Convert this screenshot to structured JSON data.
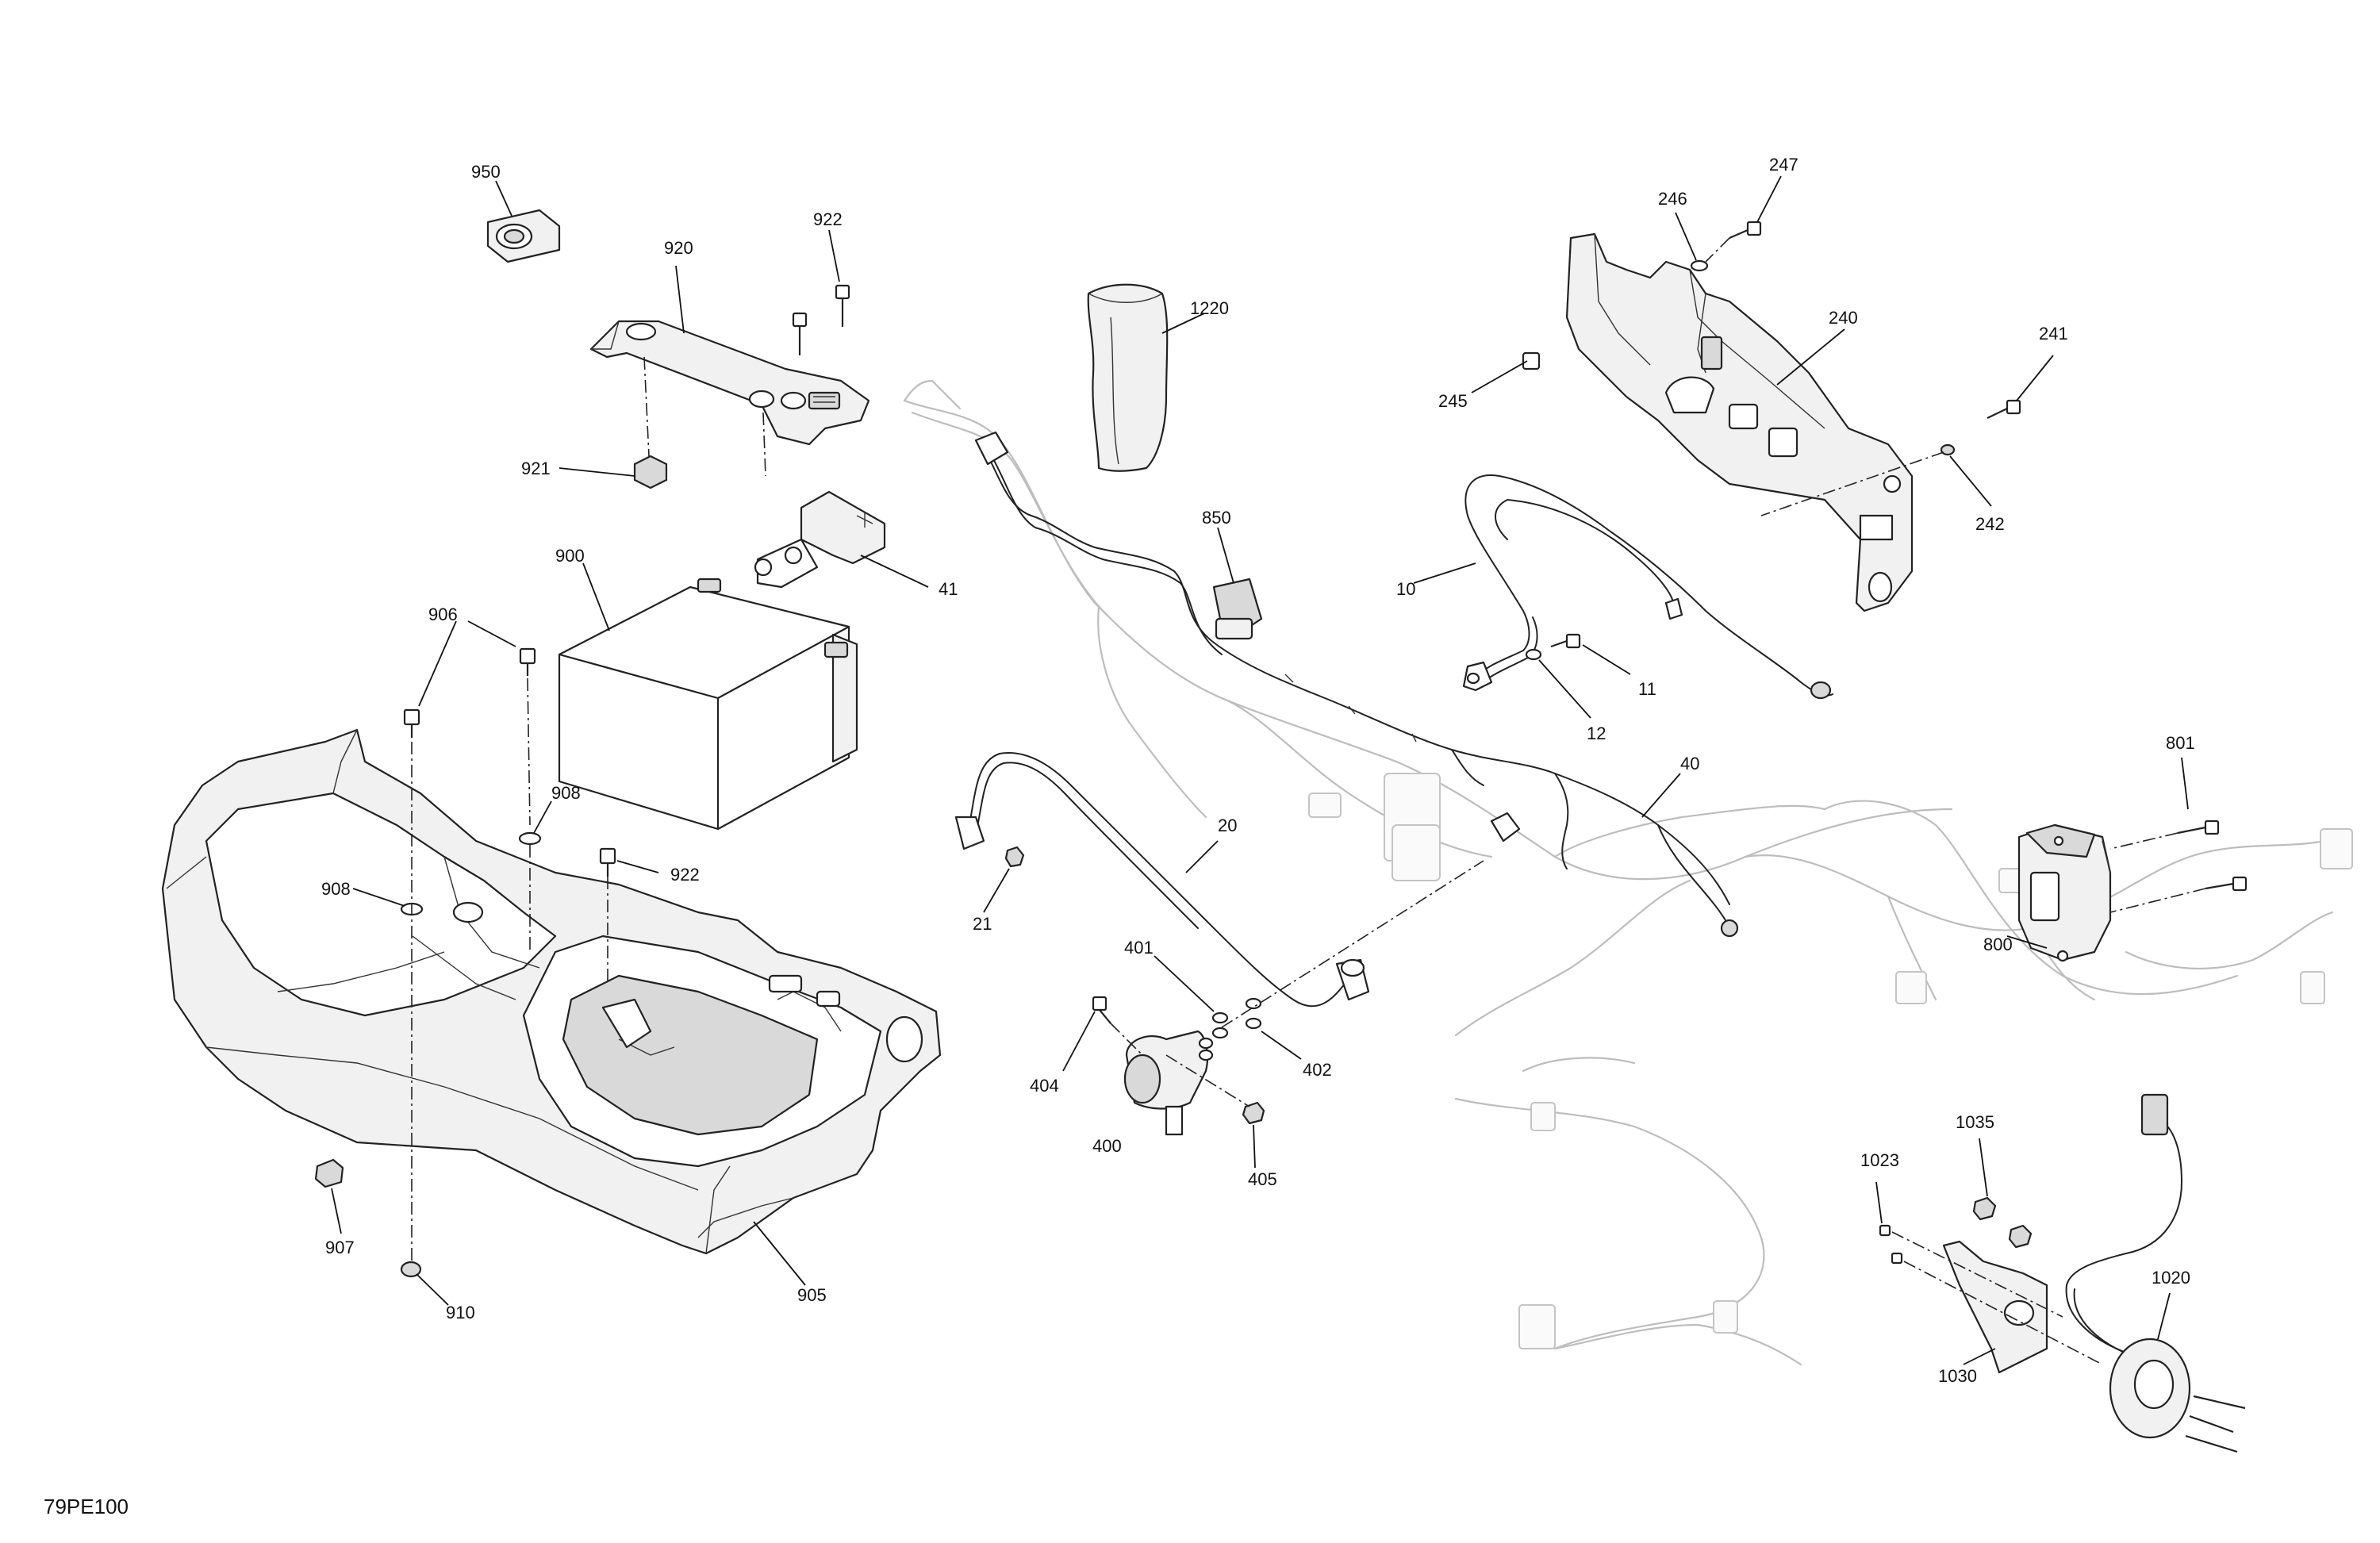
{
  "diagram": {
    "reference_code": "79PE100",
    "callouts": [
      {
        "id": "950",
        "label": "950"
      },
      {
        "id": "920",
        "label": "920"
      },
      {
        "id": "922a",
        "label": "922"
      },
      {
        "id": "921",
        "label": "921"
      },
      {
        "id": "900",
        "label": "900"
      },
      {
        "id": "41",
        "label": "41"
      },
      {
        "id": "906",
        "label": "906"
      },
      {
        "id": "908a",
        "label": "908"
      },
      {
        "id": "908b",
        "label": "908"
      },
      {
        "id": "922b",
        "label": "922"
      },
      {
        "id": "907",
        "label": "907"
      },
      {
        "id": "910",
        "label": "910"
      },
      {
        "id": "905",
        "label": "905"
      },
      {
        "id": "1220",
        "label": "1220"
      },
      {
        "id": "850",
        "label": "850"
      },
      {
        "id": "20",
        "label": "20"
      },
      {
        "id": "21",
        "label": "21"
      },
      {
        "id": "401",
        "label": "401"
      },
      {
        "id": "402",
        "label": "402"
      },
      {
        "id": "404",
        "label": "404"
      },
      {
        "id": "400",
        "label": "400"
      },
      {
        "id": "405",
        "label": "405"
      },
      {
        "id": "40",
        "label": "40"
      },
      {
        "id": "246",
        "label": "246"
      },
      {
        "id": "247",
        "label": "247"
      },
      {
        "id": "240",
        "label": "240"
      },
      {
        "id": "241",
        "label": "241"
      },
      {
        "id": "245",
        "label": "245"
      },
      {
        "id": "242",
        "label": "242"
      },
      {
        "id": "10",
        "label": "10"
      },
      {
        "id": "11",
        "label": "11"
      },
      {
        "id": "12",
        "label": "12"
      },
      {
        "id": "801",
        "label": "801"
      },
      {
        "id": "800",
        "label": "800"
      },
      {
        "id": "1023",
        "label": "1023"
      },
      {
        "id": "1035",
        "label": "1035"
      },
      {
        "id": "1020",
        "label": "1020"
      },
      {
        "id": "1030",
        "label": "1030"
      }
    ]
  }
}
